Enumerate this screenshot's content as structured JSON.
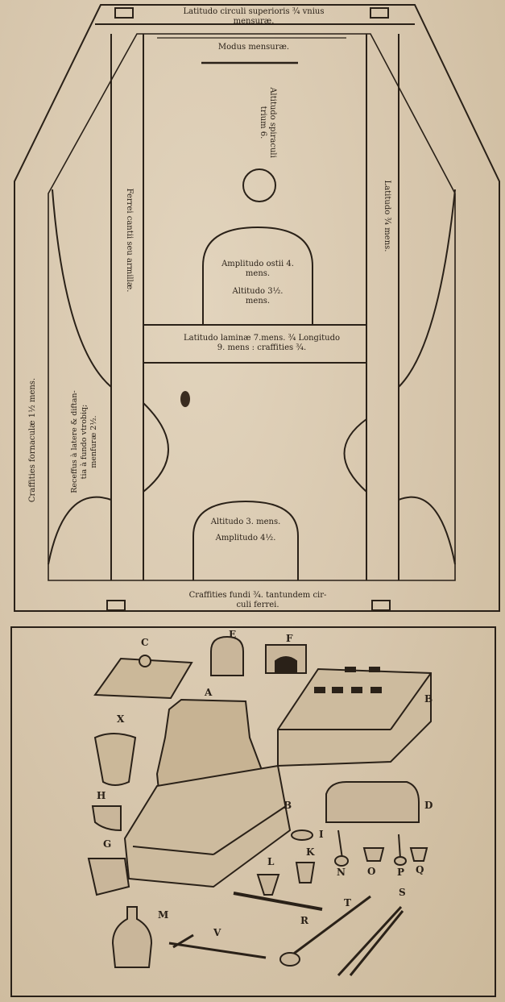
{
  "diagram": {
    "top_label": [
      "Latitudo circuli superioris ¾ vnius",
      "mensuræ."
    ],
    "modus_label": "Modus mensuræ.",
    "altitudo_spiraculi": [
      "Altitudo spiraculi",
      "trium 6."
    ],
    "latitudo_right": "Latitudo ¾ mens.",
    "ferrei_cantii": "Ferrei cantii seu armillæ.",
    "amplitudo_ostii": [
      "Amplitudo ostii 4.",
      "mens."
    ],
    "altitudo_3_5": [
      "Altitudo 3½.",
      "mens."
    ],
    "lamina_label": [
      "Latitudo laminæ 7.mens. ¾ Longitudo",
      "9. mens : craffities ¾."
    ],
    "crassities_fornaculae": "Craffities fornaculæ 1½ mens.",
    "recessus": [
      "Receffus à latere & diftan-",
      "tia à fundo vtrobiq;",
      "menfuræ 2½."
    ],
    "altitudo_3": "Altitudo 3. mens.",
    "amplitudo_4_5": "Amplitudo 4½.",
    "fundi_label": [
      "Craffities fundi ¾. tantundem cir-",
      "culi ferrei."
    ]
  },
  "figure_letters": [
    "C",
    "E",
    "F",
    "A",
    "B",
    "X",
    "B",
    "D",
    "H",
    "I",
    "K",
    "G",
    "L",
    "N",
    "O",
    "P",
    "Q",
    "R",
    "T",
    "S",
    "M",
    "V"
  ]
}
